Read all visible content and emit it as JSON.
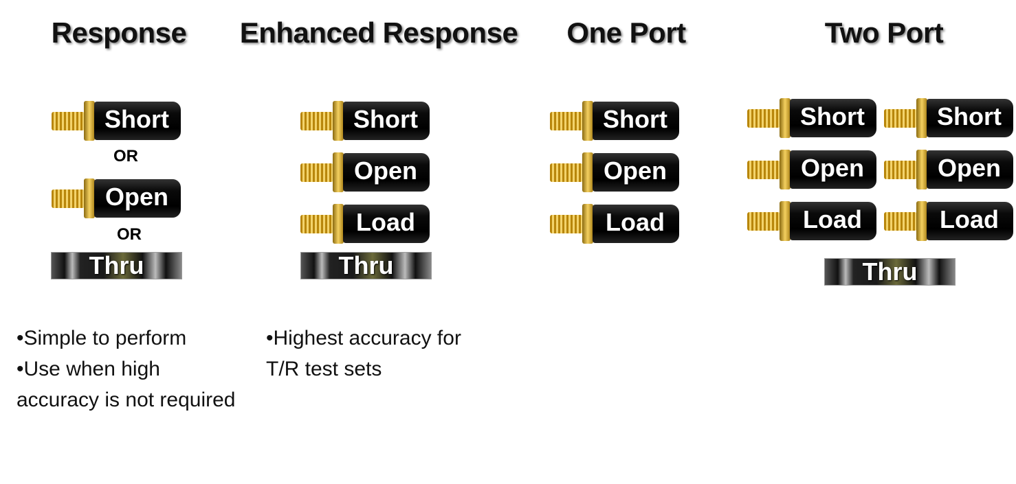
{
  "columns": [
    {
      "title": "Response",
      "standards": [
        "Short",
        "Open",
        "Thru"
      ],
      "separator": "OR",
      "bullets": [
        "•Simple to perform",
        "•Use when high",
        "accuracy is not required"
      ]
    },
    {
      "title": "Enhanced Response",
      "standards": [
        "Short",
        "Open",
        "Load",
        "Thru"
      ],
      "bullets": [
        "•Highest accuracy for",
        "T/R test sets"
      ]
    },
    {
      "title": "One Port",
      "standards": [
        "Short",
        "Open",
        "Load"
      ]
    },
    {
      "title": "Two Port",
      "standards": [
        "Short",
        "Open",
        "Load",
        "Thru"
      ]
    }
  ]
}
